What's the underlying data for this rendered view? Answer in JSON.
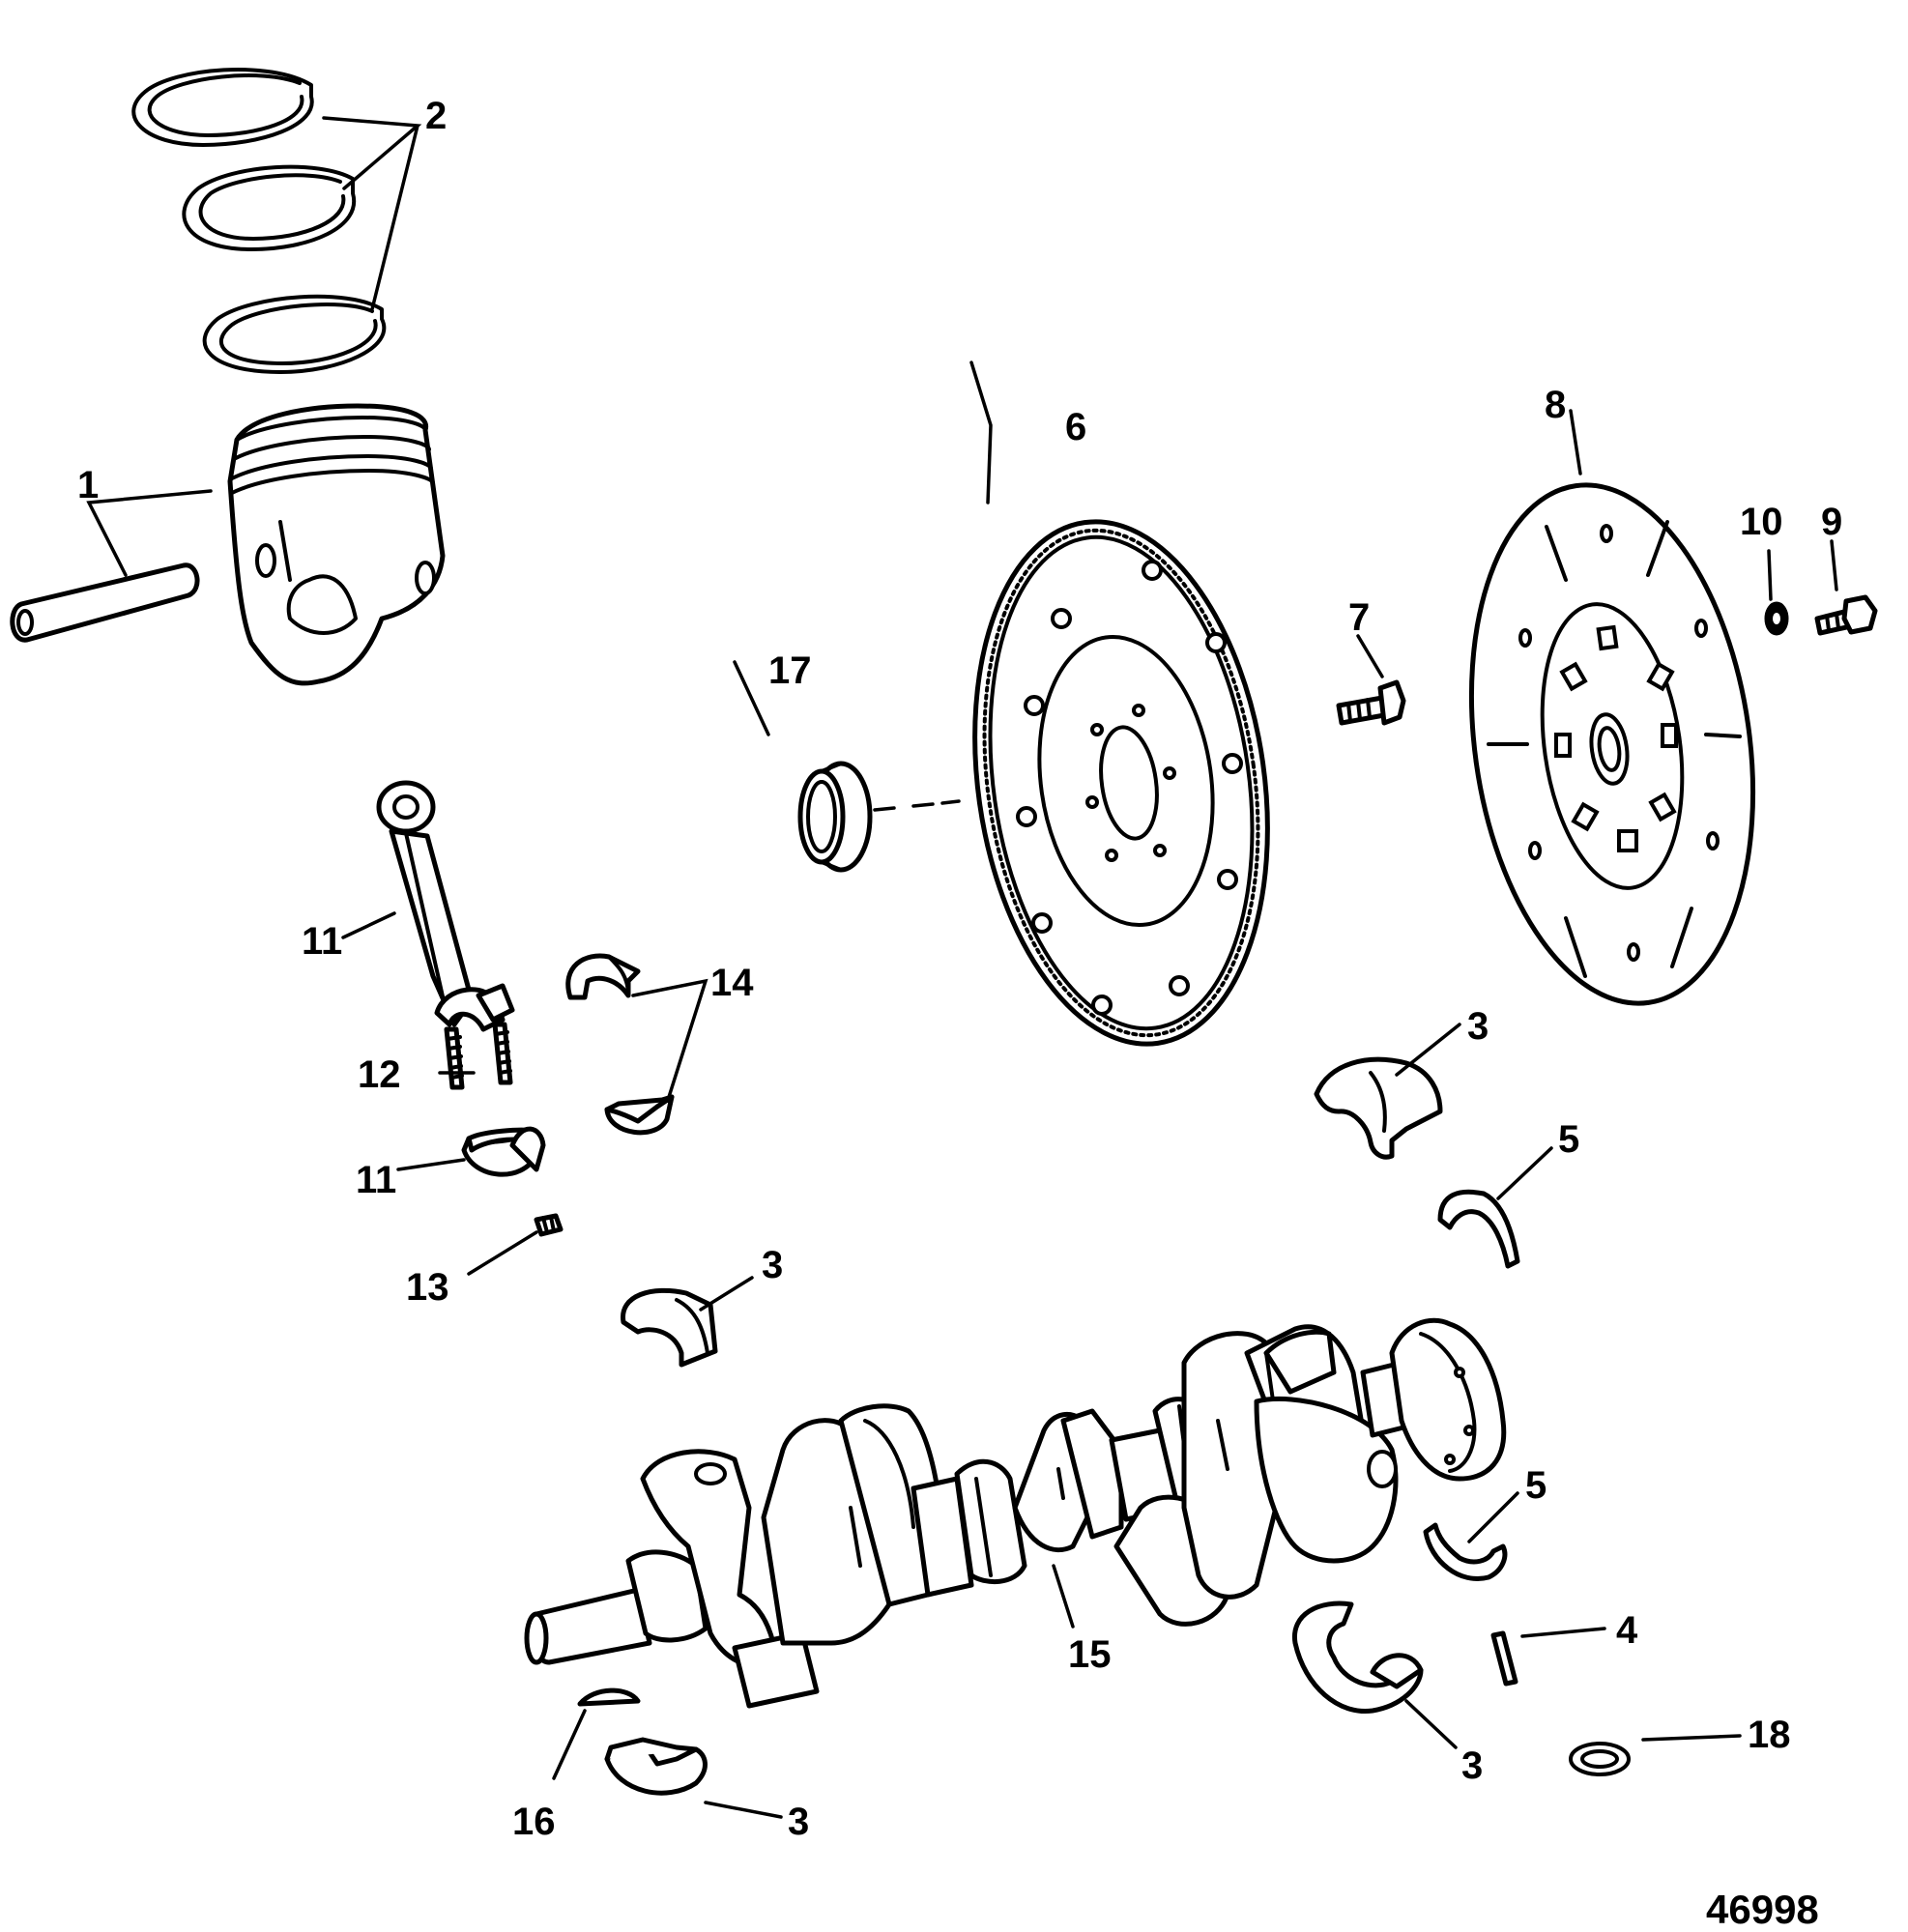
{
  "figure_id": "46998",
  "callouts": {
    "c1": "1",
    "c2": "2",
    "c3a": "3",
    "c3b": "3",
    "c3c": "3",
    "c3d": "3",
    "c4": "4",
    "c5a": "5",
    "c5b": "5",
    "c6": "6",
    "c7": "7",
    "c8": "8",
    "c9": "9",
    "c10": "10",
    "c11a": "11",
    "c11b": "11",
    "c12": "12",
    "c13": "13",
    "c14": "14",
    "c15": "15",
    "c16": "16",
    "c17": "17",
    "c18": "18"
  }
}
